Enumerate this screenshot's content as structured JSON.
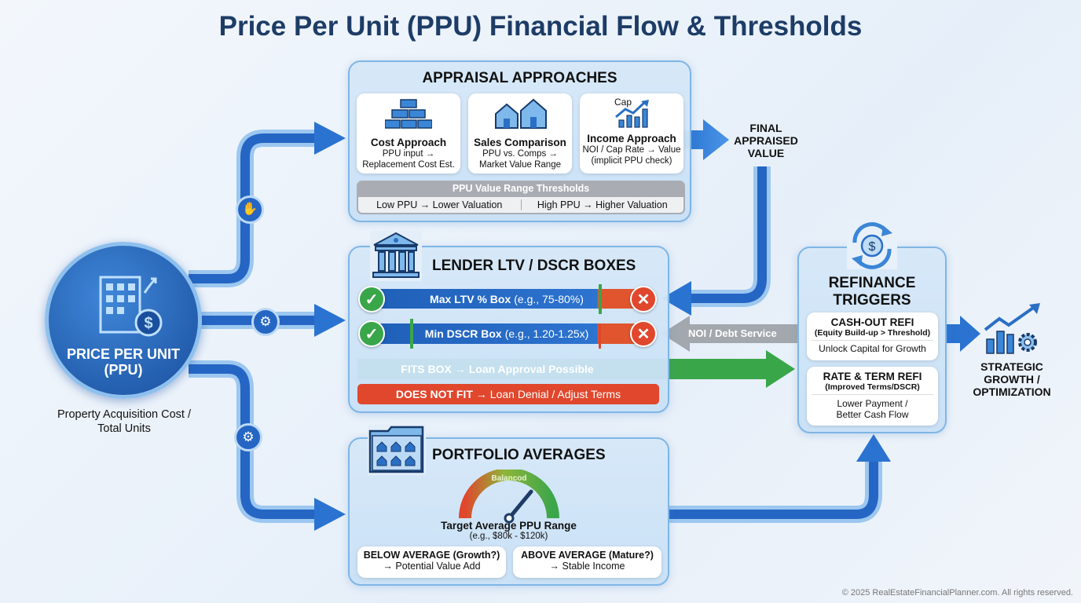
{
  "title": "Price Per Unit (PPU) Financial Flow & Thresholds",
  "ppu": {
    "label_line1": "PRICE PER UNIT",
    "label_line2": "(PPU)",
    "caption_line1": "Property Acquisition Cost /",
    "caption_line2": "Total Units",
    "icon": "building-dollar-icon"
  },
  "appraisal": {
    "title": "APPRAISAL APPROACHES",
    "cards": [
      {
        "icon": "bricks-icon",
        "title": "Cost Approach",
        "line1": "PPU input →",
        "line2": "Replacement Cost Est."
      },
      {
        "icon": "houses-compare-icon",
        "title": "Sales Comparison",
        "line1": "PPU vs. Comps →",
        "line2": "Market Value Range"
      },
      {
        "icon": "cap-chart-icon",
        "icon_text": "Cap",
        "title": "Income Approach",
        "line1": "NOI / Cap Rate → Value",
        "line2": "(implicit PPU check)"
      }
    ],
    "thresholds": {
      "title": "PPU Value Range Thresholds",
      "low": "Low PPU → Lower Valuation",
      "high": "High PPU → Higher Valuation"
    }
  },
  "final_value": {
    "line1": "FINAL",
    "line2": "APPRAISED",
    "line3": "VALUE"
  },
  "lender": {
    "title": "LENDER LTV / DSCR BOXES",
    "ltv": {
      "bold": "Max LTV % Box",
      "rest": "(e.g., 75-80%)"
    },
    "dscr": {
      "bold": "Min DSCR Box",
      "rest": "(e.g., 1.20-1.25x)"
    },
    "fits": {
      "bold": "FITS BOX →",
      "rest": "Loan Approval Possible"
    },
    "not_fit": {
      "bold": "DOES NOT FIT →",
      "rest": "Loan Denial / Adjust Terms"
    },
    "noi_arrow": "NOI / Debt Service"
  },
  "refinance": {
    "title_line1": "REFINANCE",
    "title_line2": "TRIGGERS",
    "cashout": {
      "title": "CASH-OUT REFI",
      "sub": "(Equity Build-up > Threshold)",
      "desc": "Unlock Capital for Growth"
    },
    "rate_term": {
      "title": "RATE & TERM REFI",
      "sub": "(Improved Terms/DSCR)",
      "desc_line1": "Lower Payment /",
      "desc_line2": "Better Cash Flow"
    }
  },
  "strategic": {
    "line1": "STRATEGIC",
    "line2": "GROWTH /",
    "line3": "OPTIMIZATION"
  },
  "portfolio": {
    "title": "PORTFOLIO AVERAGES",
    "gauge_label": "Balancod",
    "gauge_level": 0.72,
    "target": "Target Average PPU Range",
    "target_example": "(e.g., $80k - $120k)",
    "below": {
      "title": "BELOW AVERAGE (Growth?)",
      "desc": "→ Potential Value Add"
    },
    "above": {
      "title": "ABOVE AVERAGE (Mature?)",
      "desc": "→ Stable Income"
    }
  },
  "colors": {
    "blue": "#1f66c4",
    "dark_blue": "#1d3c66",
    "green": "#3aa64a",
    "red": "#e0472d",
    "gray": "#9aa0a8"
  },
  "footer": "© 2025 RealEstateFinancialPlanner.com. All rights reserved."
}
